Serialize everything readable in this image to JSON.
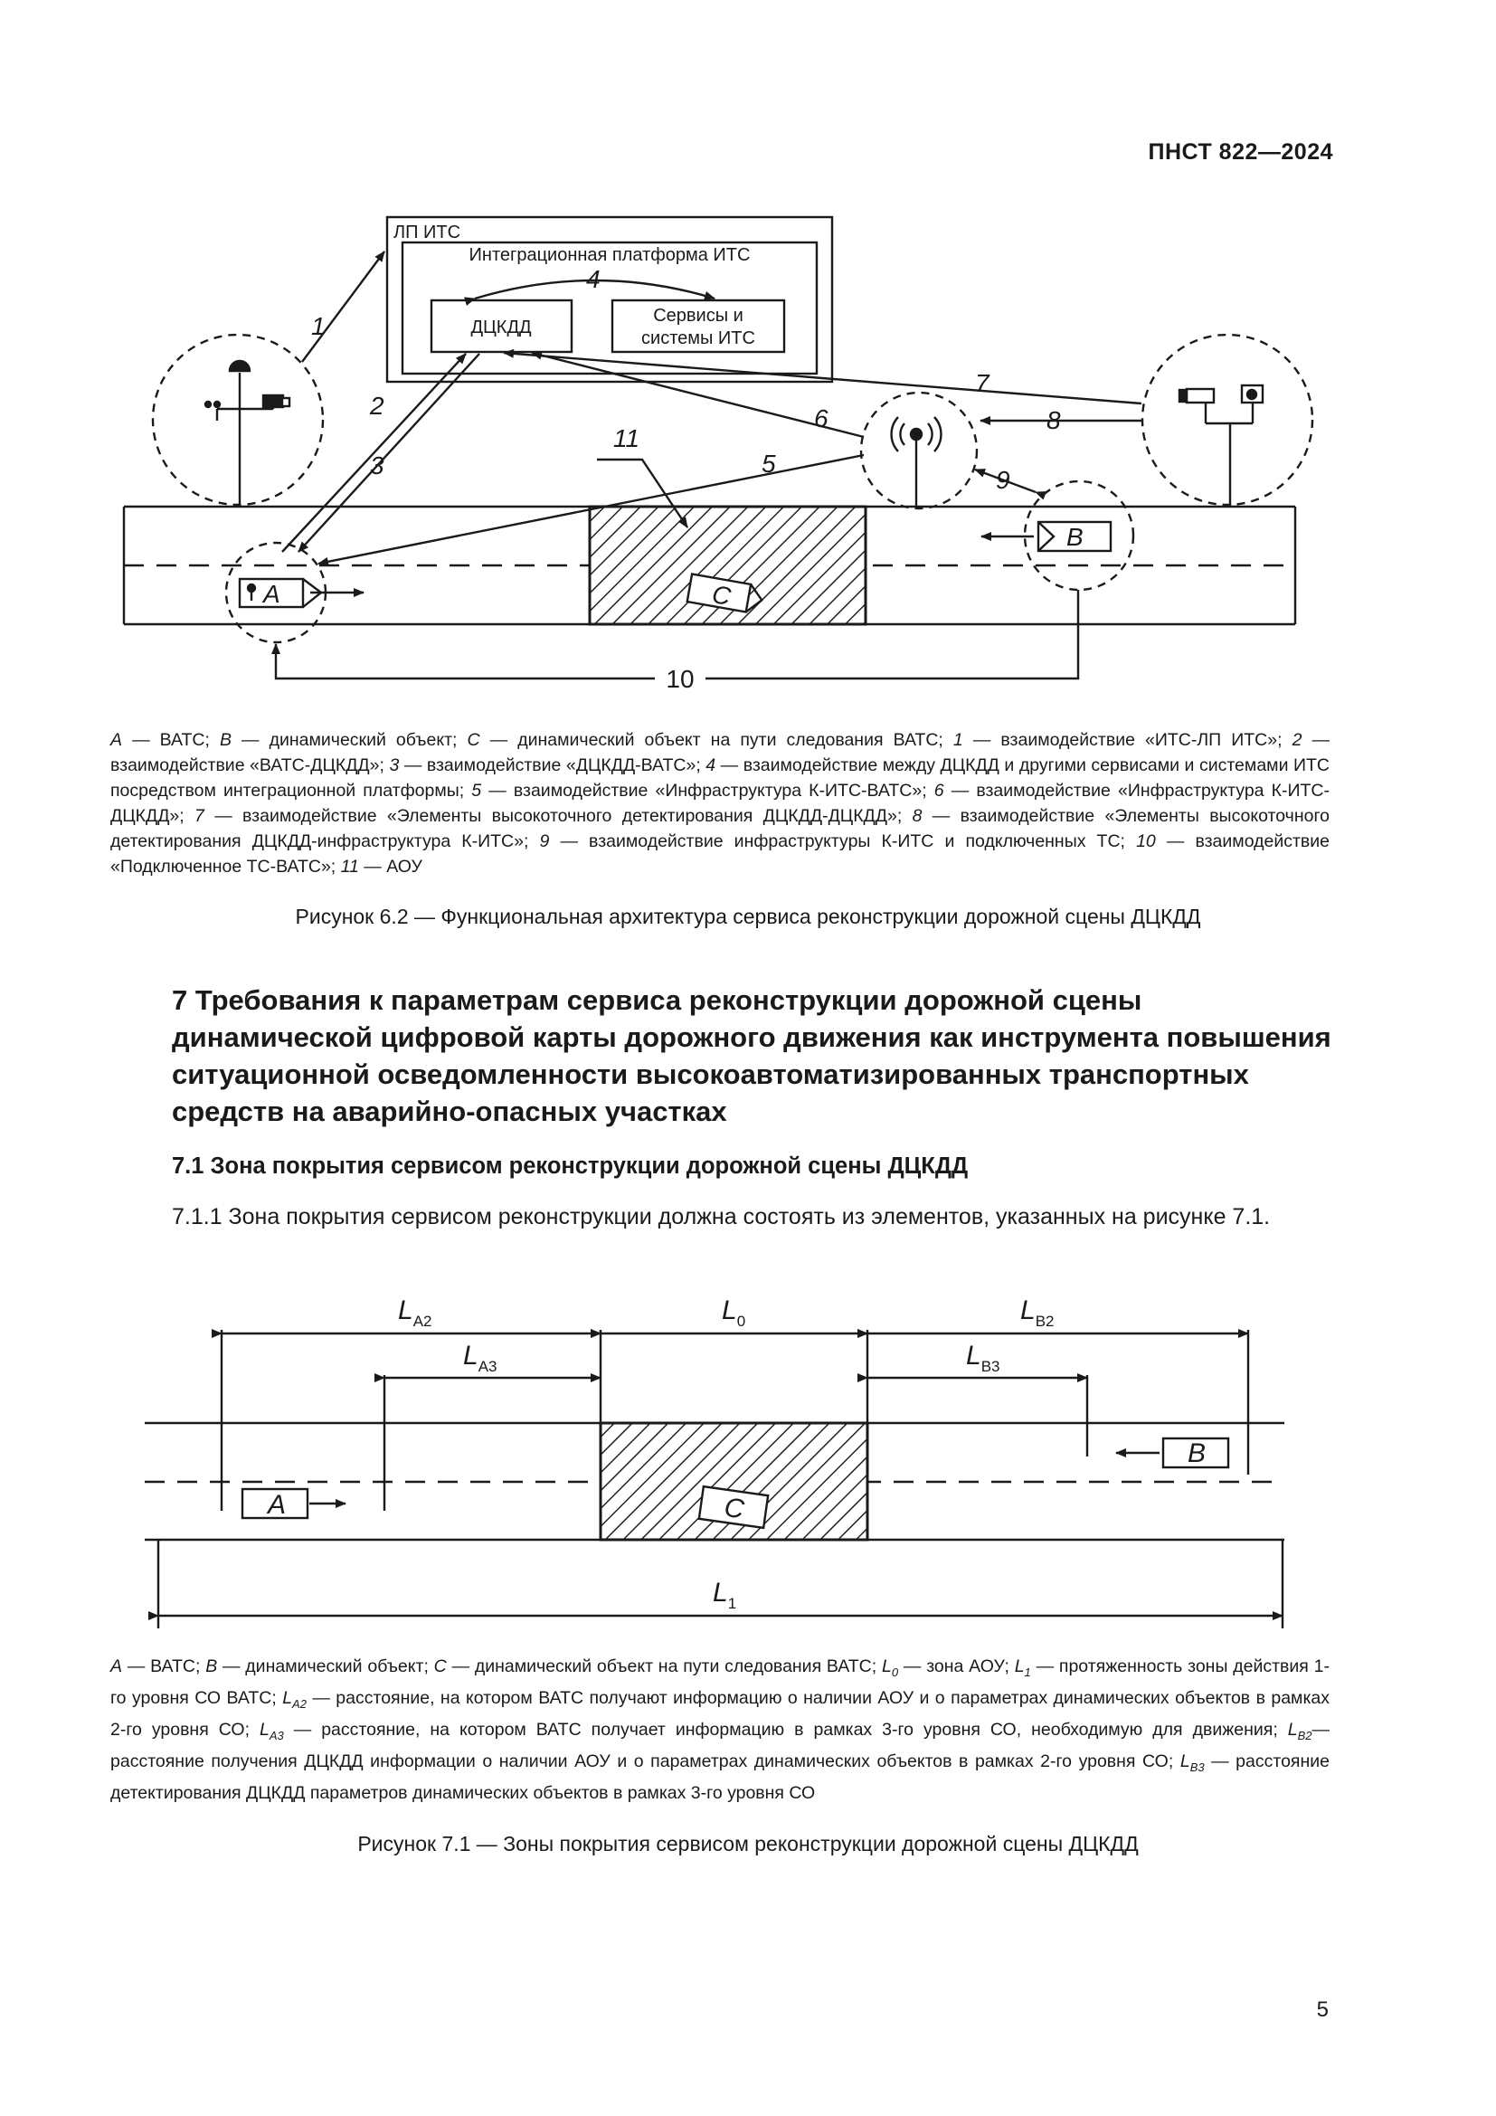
{
  "header": {
    "doc_id": "ПНСТ 822—2024"
  },
  "fig62": {
    "outer_label": "ЛП ИТС",
    "platform_label": "Интеграционная платформа ИТС",
    "dckdd": "ДЦКДД",
    "services_line1": "Сервисы и",
    "services_line2": "системы ИТС",
    "n1": "1",
    "n2": "2",
    "n3": "3",
    "n4": "4",
    "n5": "5",
    "n6": "6",
    "n7": "7",
    "n8": "8",
    "n9": "9",
    "n10": "10",
    "n11": "11",
    "A": "A",
    "B": "B",
    "C": "C"
  },
  "legend62": [
    {
      "k": "A",
      "t": " — ВАТС; "
    },
    {
      "k": "B",
      "t": " — динамический объект; "
    },
    {
      "k": "C",
      "t": " — динамический объект на пути следования ВАТС; "
    },
    {
      "k": "1",
      "t": " — взаимодействие «ИТС-ЛП ИТС»; "
    },
    {
      "k": "2",
      "t": " — взаимодействие «ВАТС-ДЦКДД»; "
    },
    {
      "k": "3",
      "t": " — взаимодействие «ДЦКДД-ВАТС»; "
    },
    {
      "k": "4",
      "t": " — взаимодействие между ДЦКДД и другими сервисами и системами ИТС посредством интеграционной платформы; "
    },
    {
      "k": "5",
      "t": " — взаимодействие «Инфраструктура К-ИТС-ВАТС»; "
    },
    {
      "k": "6",
      "t": " — взаимодействие «Инфраструктура К-ИТС-ДЦКДД»; "
    },
    {
      "k": "7",
      "t": " — взаимодействие «Элементы высокоточного детектирования ДЦКДД-ДЦКДД»; "
    },
    {
      "k": "8",
      "t": " — взаимодействие «Элементы высокоточного детектирования ДЦКДД-инфраструктура К-ИТС»; "
    },
    {
      "k": "9",
      "t": " — взаимодействие инфраструктуры К-ИТС и подключенных ТС; "
    },
    {
      "k": "10",
      "t": " — взаимодействие «Подключенное ТС-ВАТС»; "
    },
    {
      "k": "11",
      "t": " — АОУ"
    }
  ],
  "caption62": "Рисунок 6.2 — Функциональная архитектура сервиса реконструкции дорожной сцены ДЦКДД",
  "section7": {
    "title": "7 Требования к параметрам сервиса реконструкции дорожной сцены динамической цифровой карты дорожного движения как инструмента повышения ситуационной осведомленности высокоавтоматизированных транспортных средств на аварийно-опасных участках",
    "sub71": "7.1 Зона покрытия сервисом реконструкции дорожной сцены ДЦКДД",
    "para711": "7.1.1 Зона покрытия сервисом реконструкции должна состоять из элементов, указанных на рисунке 7.1."
  },
  "fig71": {
    "L": "L",
    "A2": "A2",
    "A3": "A3",
    "zero": "0",
    "B2": "B2",
    "B3": "B3",
    "one": "1",
    "A": "A",
    "B": "B",
    "C": "C"
  },
  "legend71": [
    {
      "k": "A",
      "t": " — ВАТС; "
    },
    {
      "k": "B",
      "t": " — динамический объект; "
    },
    {
      "k": "C",
      "t": " — динамический объект на пути следования ВАТС; "
    },
    {
      "k": "L",
      "s": "0",
      "t": " — зона АОУ; "
    },
    {
      "k": "L",
      "s": "1",
      "t": " — протяженность зоны действия 1-го уровня СО ВАТС; "
    },
    {
      "k": "L",
      "s": "A2",
      "t": " — расстояние, на котором ВАТС получают информацию о наличии АОУ и о параметрах динамических объектов в рамках 2-го уровня СО; "
    },
    {
      "k": "L",
      "s": "A3",
      "t": " — расстояние, на котором ВАТС получает информацию в рамках 3-го уровня СО, необходимую для движения; "
    },
    {
      "k": "L",
      "s": "B2",
      "t": "— расстояние получения ДЦКДД информации о наличии АОУ и о параметрах динамических объектов в рамках 2-го уровня СО; "
    },
    {
      "k": "L",
      "s": "B3",
      "t": " — расстояние детектирования ДЦКДД параметров динамических объектов в рамках 3-го уровня СО"
    }
  ],
  "caption71": "Рисунок 7.1 — Зоны покрытия сервисом реконструкции дорожной сцены ДЦКДД",
  "page_number": "5"
}
